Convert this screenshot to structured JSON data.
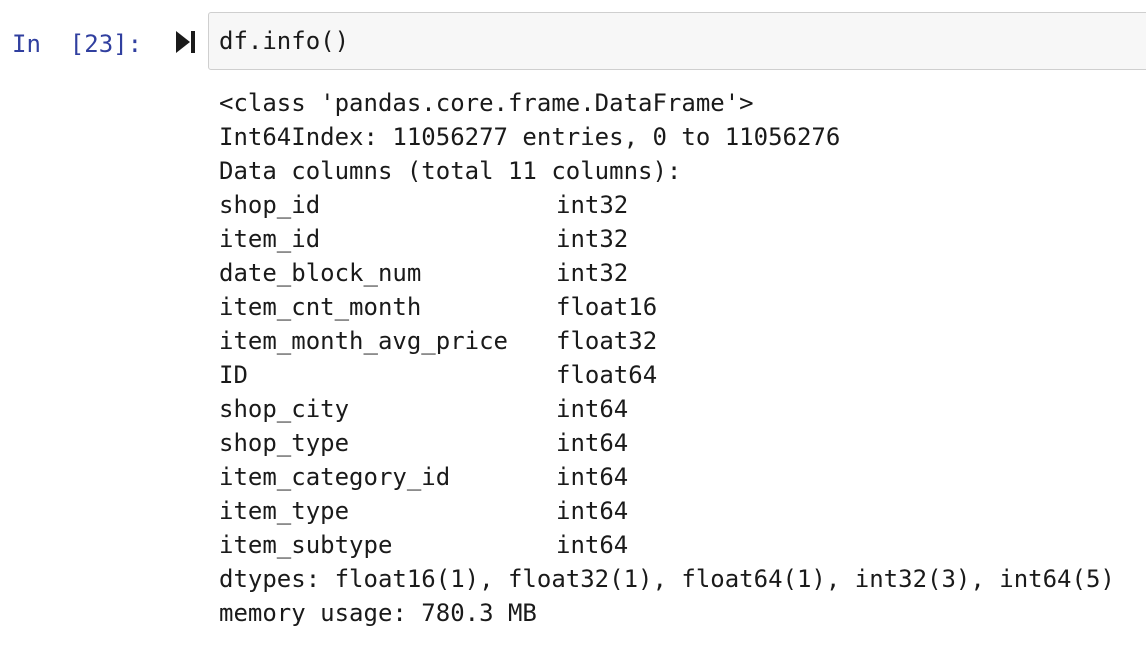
{
  "cell": {
    "prompt": "In  [23]:",
    "code": "df.info()"
  },
  "output": {
    "class_line": "<class 'pandas.core.frame.DataFrame'>",
    "index_line": "Int64Index: 11056277 entries, 0 to 11056276",
    "columns_header": "Data columns (total 11 columns):",
    "columns": [
      {
        "name": "shop_id",
        "dtype": "int32"
      },
      {
        "name": "item_id",
        "dtype": "int32"
      },
      {
        "name": "date_block_num",
        "dtype": "int32"
      },
      {
        "name": "item_cnt_month",
        "dtype": "float16"
      },
      {
        "name": "item_month_avg_price",
        "dtype": "float32"
      },
      {
        "name": "ID",
        "dtype": "float64"
      },
      {
        "name": "shop_city",
        "dtype": "int64"
      },
      {
        "name": "shop_type",
        "dtype": "int64"
      },
      {
        "name": "item_category_id",
        "dtype": "int64"
      },
      {
        "name": "item_type",
        "dtype": "int64"
      },
      {
        "name": "item_subtype",
        "dtype": "int64"
      }
    ],
    "dtypes_line": "dtypes: float16(1), float32(1), float64(1), int32(3), int64(5)",
    "memory_line": "memory usage: 780.3 MB"
  },
  "colors": {
    "prompt": "#303f9f",
    "input_bg": "#f7f7f7",
    "input_border": "#cfcfcf",
    "text": "#1a1a1a"
  },
  "icons": {
    "run": "run-cell-icon"
  }
}
